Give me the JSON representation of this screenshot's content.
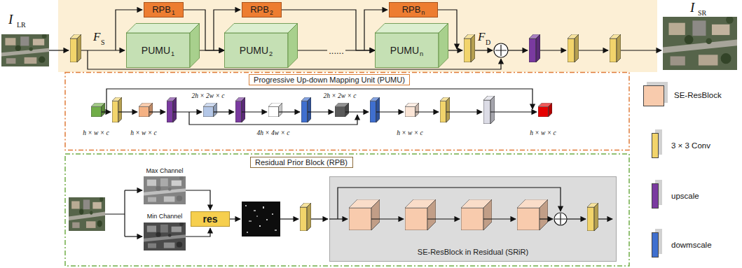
{
  "diagram": {
    "nodes": [
      {
        "text": [
          "RPB",
          "1"
        ]
      },
      {
        "text": [
          "PUMU",
          "1"
        ]
      },
      {
        "text": [
          "RPB",
          "2"
        ]
      },
      {
        "text": [
          "PUMU",
          "2"
        ]
      },
      {
        "text": [
          "RPB",
          "n"
        ]
      },
      {
        "text": [
          "PUMU",
          "n"
        ]
      },
      {
        "text": [
          "Progressive Up-down Mapping Unit (PUMU)"
        ]
      },
      {
        "text": [
          "Residual Prior Block (RPB)"
        ]
      },
      {
        "text": [
          "res"
        ]
      },
      {
        "text": [
          "SE-ResBlock in Residual (SRiR)"
        ]
      }
    ],
    "edges": [
      {
        "from": 1,
        "to": 3,
        "arrow": "to"
      },
      {
        "from": 0,
        "to": 3,
        "arrow": "to"
      },
      {
        "from": 3,
        "to": 5,
        "arrow": "to",
        "label": "......"
      },
      {
        "from": 2,
        "to": 5,
        "arrow": "to"
      }
    ],
    "labels": [
      "I",
      "LR",
      "F",
      "S",
      "F",
      "D",
      "I",
      "SR",
      "h × w × c",
      "h × w × c",
      "2h × 2w × c",
      "4h × 4w × c",
      "2h × 2w × c",
      "h × w × c",
      "h × w × c",
      "Max Channel",
      "Min Channel"
    ],
    "legend": [
      {
        "text": "SE-ResBlock",
        "color": "#f8cbad"
      },
      {
        "text": "3 × 3 Conv",
        "color": "#f2d46b"
      },
      {
        "text": "upscale",
        "color": "#7a3aa0"
      },
      {
        "text": "dowmscale",
        "color": "#3f6fcf"
      }
    ]
  }
}
